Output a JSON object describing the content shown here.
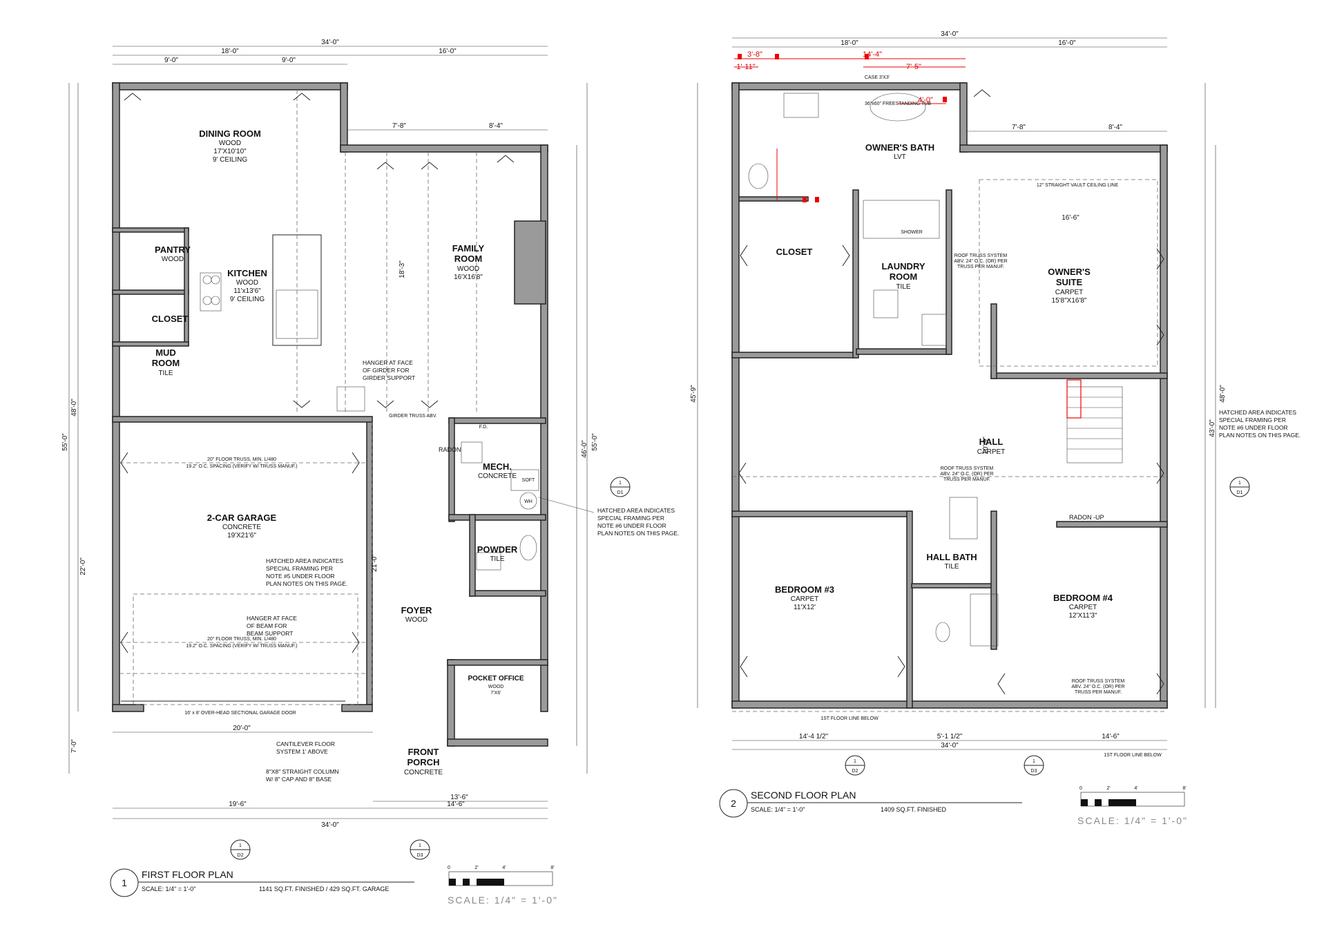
{
  "first_floor": {
    "title": "FIRST FLOOR PLAN",
    "number": "1",
    "scale": "SCALE: 1/4\" = 1'-0\"",
    "area": "1141 SQ.FT. FINISHED   /   429 SQ.FT.  GARAGE",
    "rooms": [
      {
        "name": "DINING ROOM",
        "sub1": "WOOD",
        "sub2": "17'X10'10\"",
        "sub3": "9' CEILING"
      },
      {
        "name": "KITCHEN",
        "sub1": "WOOD",
        "sub2": "11'x13'6\"",
        "sub3": "9' CEILING"
      },
      {
        "name": "PANTRY",
        "sub1": "WOOD",
        "sub2": "",
        "sub3": ""
      },
      {
        "name": "CLOSET",
        "sub1": "",
        "sub2": "",
        "sub3": ""
      },
      {
        "name": "MUD",
        "sub1": "ROOM",
        "sub2": "TILE",
        "sub3": ""
      },
      {
        "name": "FAMILY",
        "sub1": "ROOM",
        "sub2": "WOOD",
        "sub3": "16'X16'8\""
      },
      {
        "name": "MECH.",
        "sub1": "CONCRETE",
        "sub2": "",
        "sub3": ""
      },
      {
        "name": "2-CAR GARAGE",
        "sub1": "CONCRETE",
        "sub2": "19'X21'6\"",
        "sub3": ""
      },
      {
        "name": "POWDER",
        "sub1": "TILE",
        "sub2": "",
        "sub3": ""
      },
      {
        "name": "FOYER",
        "sub1": "WOOD",
        "sub2": "",
        "sub3": ""
      },
      {
        "name": "POCKET OFFICE",
        "sub1": "WOOD",
        "sub2": "7'X6'",
        "sub3": ""
      },
      {
        "name": "FRONT",
        "sub1": "PORCH",
        "sub2": "CONCRETE",
        "sub3": ""
      }
    ],
    "dims": {
      "top_total": "34'-0\"",
      "top_a": "18'-0\"",
      "top_b": "16'-0\"",
      "top_c": "9'-0\"",
      "top_d": "9'-0\"",
      "top_e": "7'-8\"",
      "top_f": "8'-4\"",
      "bot_a": "19'-6\"",
      "bot_b": "14'-6\"",
      "bot_total": "34'-0\"",
      "bot_c": "20'-0\"",
      "bot_d": "13'-6\"",
      "left_total": "55'-0\"",
      "left_48": "48'-0\"",
      "left_22": "22'-0\"",
      "left_7": "7'-0\"",
      "right_total": "55'-0\"",
      "right_46": "46'-0\"",
      "right_18": "18'-3\"",
      "right_21": "21'-0\""
    },
    "notes": {
      "hatched_right_1": "HATCHED AREA INDICATES",
      "hatched_right_2": "SPECIAL FRAMING PER",
      "hatched_right_3": "NOTE #6 UNDER FLOOR",
      "hatched_right_4": "PLAN NOTES ON THIS PAGE.",
      "hatched_garage_1": "HATCHED AREA INDICATES",
      "hatched_garage_2": "SPECIAL FRAMING PER",
      "hatched_garage_3": "NOTE #5 UNDER FLOOR",
      "hatched_garage_4": "PLAN NOTES ON THIS PAGE.",
      "hanger_1": "HANGER AT FACE",
      "hanger_2": "OF GIRDER FOR",
      "hanger_3": "GIRDER SUPPORT",
      "beam_1": "HANGER AT FACE",
      "beam_2": "OF BEAM FOR",
      "beam_3": "BEAM SUPPORT",
      "cant_1": "CANTILEVER FLOOR",
      "cant_2": "SYSTEM 1' ABOVE",
      "col_1": "8\"X8\" STRAIGHT COLUMN",
      "col_2": "W/ 8\" CAP AND 8\" BASE",
      "garage_door": "16' x 8' OVER-HEAD SECTIONAL GARAGE DOOR",
      "truss_1": "20\" FLOOR TRUSS, MIN. L/480",
      "truss_2": "19.2\" O.C. SPACING (VERIFY W/ TRUSS MANUF.)",
      "girder": "GIRDER TRUSS ABV.",
      "radon": "RADON",
      "wh": "WH",
      "soft": "SOFT",
      "fd": "F.D."
    }
  },
  "second_floor": {
    "title": "SECOND FLOOR PLAN",
    "number": "2",
    "scale": "SCALE: 1/4\" = 1'-0\"",
    "area": "1409 SQ.FT. FINISHED",
    "rooms": [
      {
        "name": "OWNER'S BATH",
        "sub1": "LVT",
        "sub2": ""
      },
      {
        "name": "CLOSET",
        "sub1": "",
        "sub2": ""
      },
      {
        "name": "LAUNDRY",
        "sub1": "ROOM",
        "sub2": "TILE"
      },
      {
        "name": "OWNER'S",
        "sub1": "SUITE",
        "sub2": "CARPET",
        "sub3": "15'8\"X16'8\""
      },
      {
        "name": "HALL",
        "sub1": "CARPET",
        "sub2": ""
      },
      {
        "name": "BEDROOM #3",
        "sub1": "CARPET",
        "sub2": "11'X12'"
      },
      {
        "name": "HALL BATH",
        "sub1": "TILE",
        "sub2": ""
      },
      {
        "name": "BEDROOM #4",
        "sub1": "CARPET",
        "sub2": "12'X11'3\""
      }
    ],
    "dims": {
      "top_total": "34'-0\"",
      "top_a": "18'-0\"",
      "top_b": "16'-0\"",
      "top_c": "7'-8\"",
      "top_d": "8'-4\"",
      "bot_a": "14'-4 1/2\"",
      "bot_b": "5'-1 1/2\"",
      "bot_c": "14'-6\"",
      "bot_total": "34'-0\"",
      "left_total": "45'-9\"",
      "right_total": "48'-0\"",
      "right_43": "43'-0\"",
      "suite_w": "16'-6\"",
      "hall_h": "10'-9\""
    },
    "red_dims": {
      "a": "3'-8\"",
      "b": "1'-11\"",
      "c": "14'-4\"",
      "d": "7'-5\"",
      "e": "4'-0\""
    },
    "notes": {
      "hatched_1": "HATCHED AREA INDICATES",
      "hatched_2": "SPECIAL FRAMING PER",
      "hatched_3": "NOTE #6 UNDER FLOOR",
      "hatched_4": "PLAN NOTES ON THIS PAGE.",
      "tub": "36\"x60\" FREESTANDING TUB",
      "shower": "SHOWER",
      "vault": "12\" STRAIGHT VAULT CEILING LINE",
      "roof_1": "ROOF TRUSS SYSTEM",
      "roof_2": "ABV. 24\" O.C. (OR) PER",
      "roof_3": "TRUSS PER MANUF.",
      "radon_up": "RADON -UP",
      "first_below": "1ST FLOOR LINE BELOW",
      "case": "CASE 3'X3'"
    }
  },
  "scale_bar": {
    "t0": "0",
    "t2": "2'",
    "t4": "4'",
    "t8": "8'",
    "label": "SCALE:  1/4\"  =  1'-0\""
  },
  "sections": {
    "d1": "D1",
    "d2": "D2",
    "d3": "D3",
    "one": "1"
  }
}
